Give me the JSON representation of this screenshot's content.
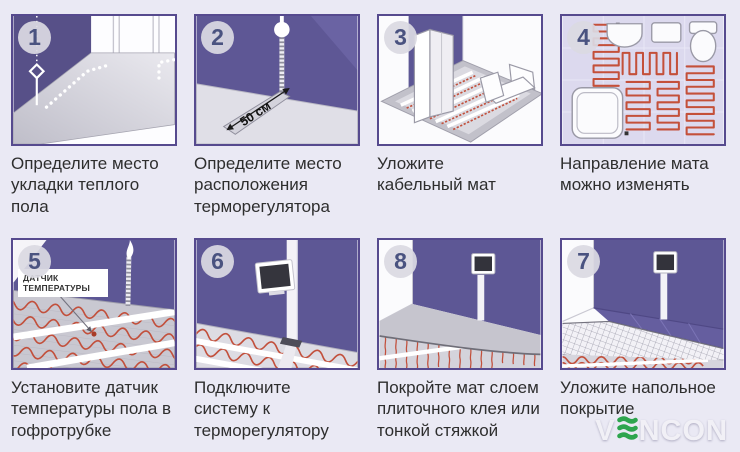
{
  "colors": {
    "page_background": "#eae9f4",
    "panel_border": "#564a8e",
    "wall_purple": "#5d5795",
    "cable_red": "#c2503c",
    "badge_number": "#4a5380",
    "caption_text": "#2e2e2e",
    "logo_green": "#2ea54e"
  },
  "steps": [
    {
      "number": "1",
      "caption": "Определите место укладки теплого пола"
    },
    {
      "number": "2",
      "caption": "Определите место расположения терморегулятора",
      "measure_label": "50 см"
    },
    {
      "number": "3",
      "caption": "Уложите кабельный мат"
    },
    {
      "number": "4",
      "caption": "Направление мата можно изменять"
    },
    {
      "number": "5",
      "caption": "Установите датчик температуры пола в гофротрубке",
      "sensor_label": "ДАТЧИК ТЕМПЕРАТУРЫ"
    },
    {
      "number": "6",
      "caption": "Подключите систему к терморегулятору"
    },
    {
      "number": "8",
      "caption": "Покройте мат слоем плиточного клея или тонкой стяжкой"
    },
    {
      "number": "7",
      "caption": "Уложите напольное покрытие"
    }
  ],
  "watermark": {
    "part_before_e": "V",
    "part_after_e": "NCON",
    "full_text": "VENCON"
  }
}
